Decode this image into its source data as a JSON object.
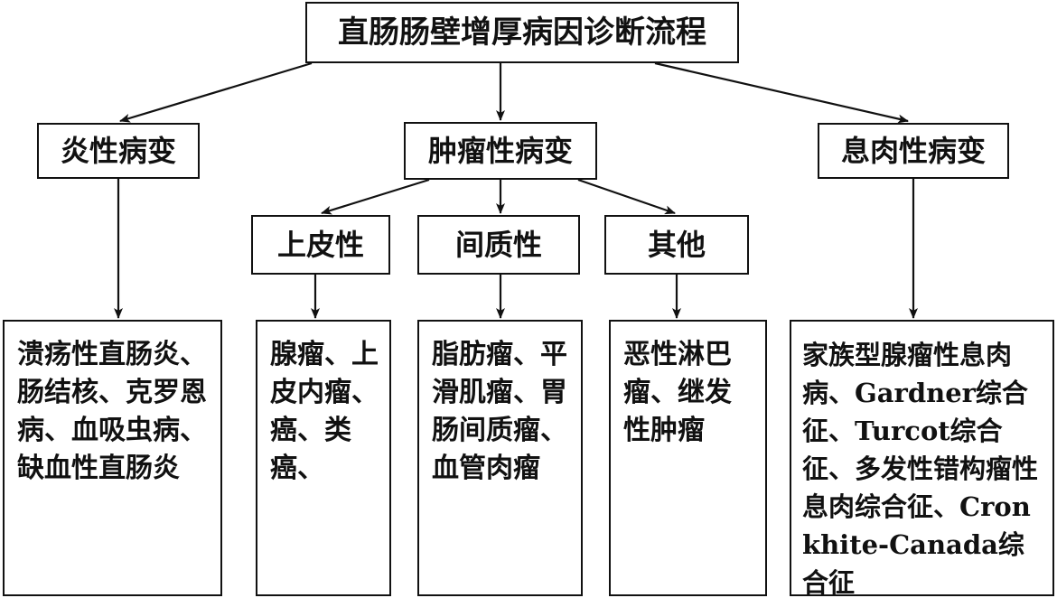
{
  "diagram": {
    "title": "直肠肠壁增厚病因诊断流程",
    "categories": {
      "inflammatory": "炎性病变",
      "tumorous": "肿瘤性病变",
      "polypoid": "息肉性病变"
    },
    "tumor_subtypes": {
      "epithelial": "上皮性",
      "mesenchymal": "间质性",
      "other": "其他"
    },
    "details": {
      "inflammatory": "溃疡性直肠炎、肠结核、克罗恩病、血吸虫病、缺血性直肠炎",
      "epithelial": "腺瘤、上皮内瘤、癌、类癌、",
      "mesenchymal": "脂肪瘤、平滑肌瘤、胃肠间质瘤、血管肉瘤",
      "other": "恶性淋巴瘤、继发性肿瘤",
      "polypoid": "家族型腺瘤性息肉病、Gardner综合征、Turcot综合征、多发性错构瘤性息肉综合征、Cronkhite-Canada综合征"
    }
  }
}
